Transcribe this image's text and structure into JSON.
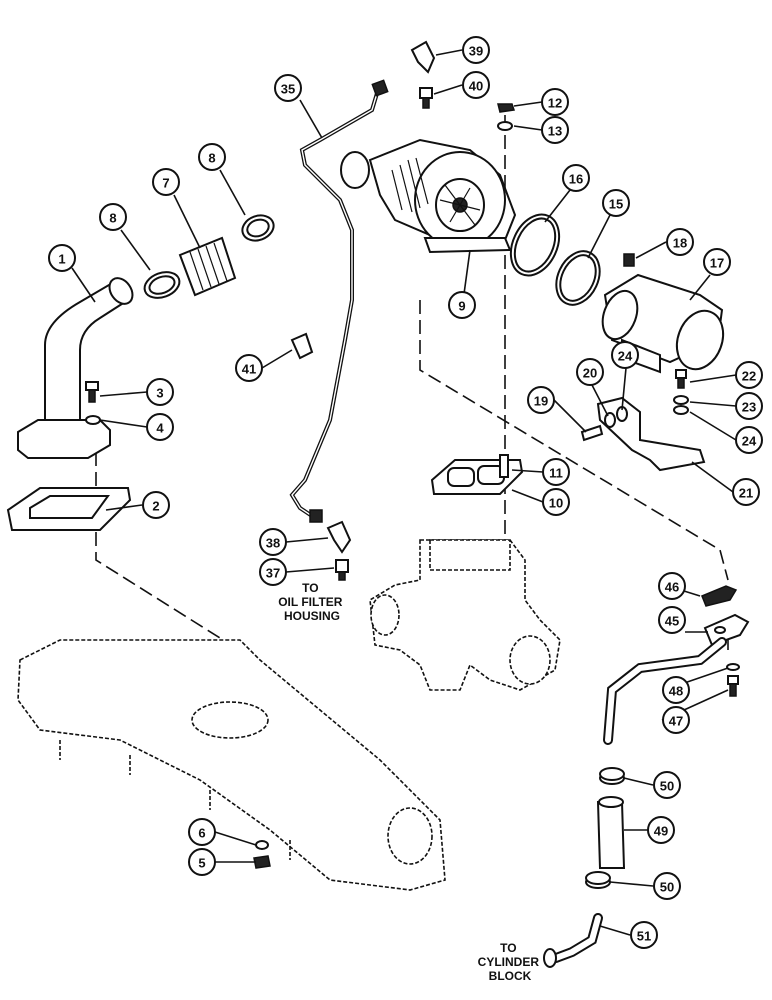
{
  "callouts": [
    {
      "id": "c1",
      "label": "1"
    },
    {
      "id": "c2",
      "label": "2"
    },
    {
      "id": "c3",
      "label": "3"
    },
    {
      "id": "c4",
      "label": "4"
    },
    {
      "id": "c5",
      "label": "5"
    },
    {
      "id": "c6",
      "label": "6"
    },
    {
      "id": "c7",
      "label": "7"
    },
    {
      "id": "c8a",
      "label": "8"
    },
    {
      "id": "c8b",
      "label": "8"
    },
    {
      "id": "c9",
      "label": "9"
    },
    {
      "id": "c10",
      "label": "10"
    },
    {
      "id": "c11",
      "label": "11"
    },
    {
      "id": "c12",
      "label": "12"
    },
    {
      "id": "c13",
      "label": "13"
    },
    {
      "id": "c15",
      "label": "15"
    },
    {
      "id": "c16",
      "label": "16"
    },
    {
      "id": "c17",
      "label": "17"
    },
    {
      "id": "c18",
      "label": "18"
    },
    {
      "id": "c19",
      "label": "19"
    },
    {
      "id": "c20",
      "label": "20"
    },
    {
      "id": "c21",
      "label": "21"
    },
    {
      "id": "c22",
      "label": "22"
    },
    {
      "id": "c23",
      "label": "23"
    },
    {
      "id": "c24a",
      "label": "24"
    },
    {
      "id": "c24b",
      "label": "24"
    },
    {
      "id": "c35",
      "label": "35"
    },
    {
      "id": "c37",
      "label": "37"
    },
    {
      "id": "c38",
      "label": "38"
    },
    {
      "id": "c39",
      "label": "39"
    },
    {
      "id": "c40",
      "label": "40"
    },
    {
      "id": "c41",
      "label": "41"
    },
    {
      "id": "c45",
      "label": "45"
    },
    {
      "id": "c46",
      "label": "46"
    },
    {
      "id": "c47",
      "label": "47"
    },
    {
      "id": "c48",
      "label": "48"
    },
    {
      "id": "c49",
      "label": "49"
    },
    {
      "id": "c50a",
      "label": "50"
    },
    {
      "id": "c50b",
      "label": "50"
    },
    {
      "id": "c51",
      "label": "51"
    }
  ],
  "notes": {
    "oil_filter": [
      "TO",
      "OIL FILTER",
      "HOUSING"
    ],
    "cylinder_block": [
      "TO",
      "CYLINDER",
      "BLOCK"
    ]
  }
}
